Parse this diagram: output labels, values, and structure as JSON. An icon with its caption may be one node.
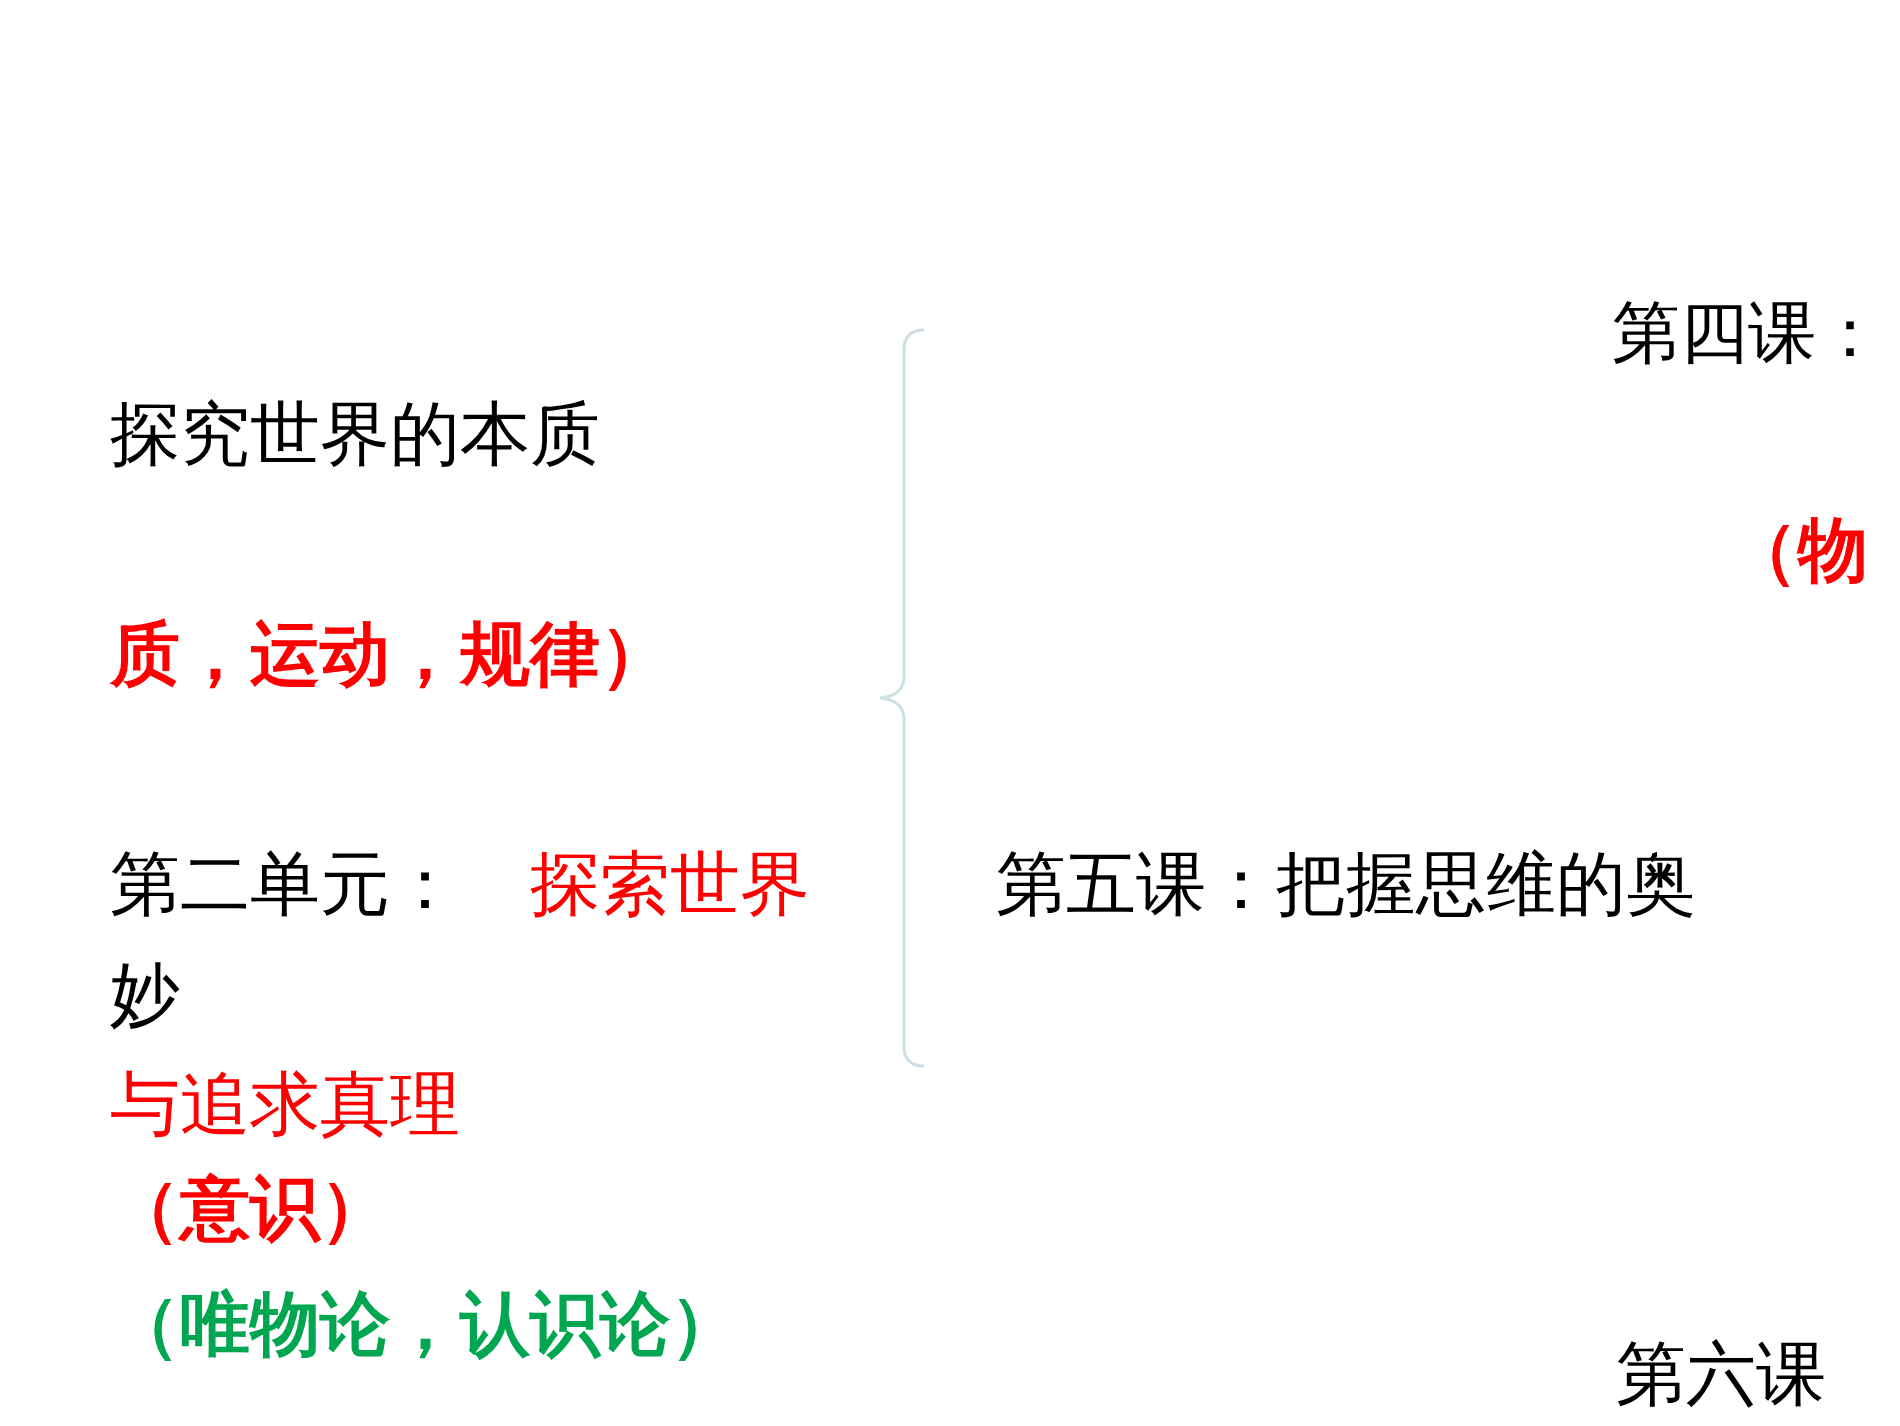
{
  "diagram": {
    "labels": [
      "第四课：",
      "探究世界的本质",
      "（物",
      "质，运动，规律）",
      "第二单元：",
      "探索世界",
      "第五课：把握思维的奥",
      "妙",
      "与追求真理",
      "（意识）",
      "（唯物论，认识论）",
      "第六课"
    ]
  }
}
